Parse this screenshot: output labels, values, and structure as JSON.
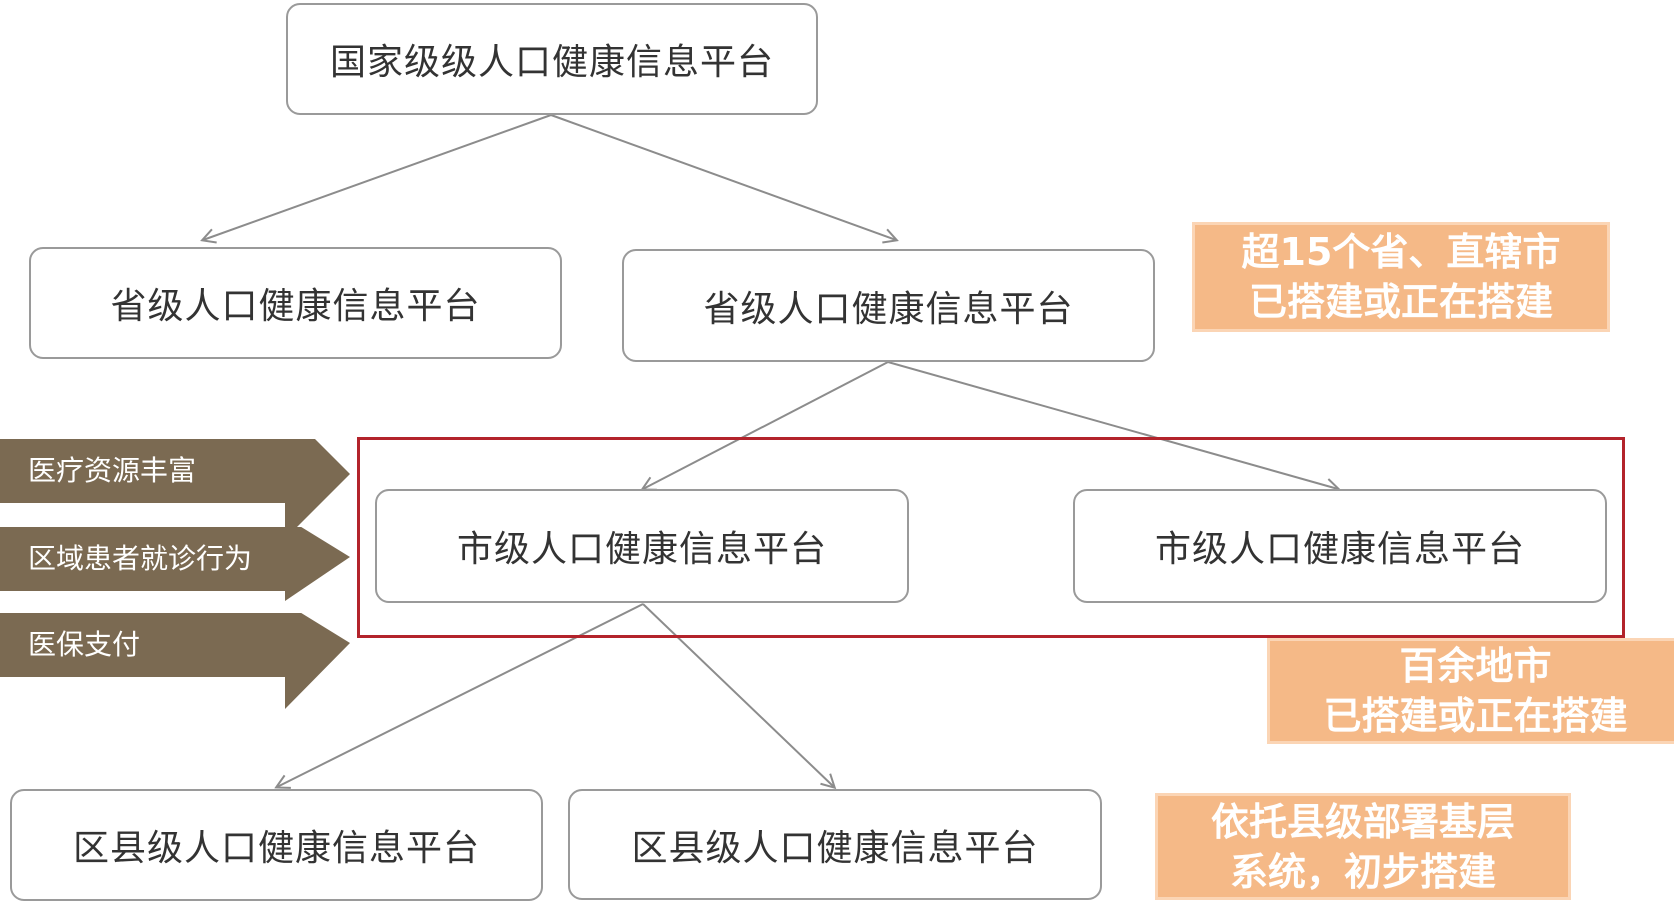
{
  "nodes": {
    "national": "国家级级人口健康信息平台",
    "province_left": "省级人口健康信息平台",
    "province_right": "省级人口健康信息平台",
    "city_left": "市级人口健康信息平台",
    "city_right": "市级人口健康信息平台",
    "county_left": "区县级人口健康信息平台",
    "county_right": "区县级人口健康信息平台"
  },
  "notes": {
    "province": [
      "超15个省、直辖市",
      "已搭建或正在搭建"
    ],
    "city": [
      "百余地市",
      "已搭建或正在搭建"
    ],
    "county": [
      "依托县级部署基层",
      "系统，初步搭建"
    ]
  },
  "factors": [
    "医疗资源丰富",
    "区域患者就诊行为",
    "医保支付"
  ],
  "colors": {
    "node_border": "#9a9a9a",
    "connector": "#8c8c8c",
    "highlight_frame": "#b3232b",
    "note_fill": "#f5b987",
    "factor_arrow": "#7b6a52"
  }
}
